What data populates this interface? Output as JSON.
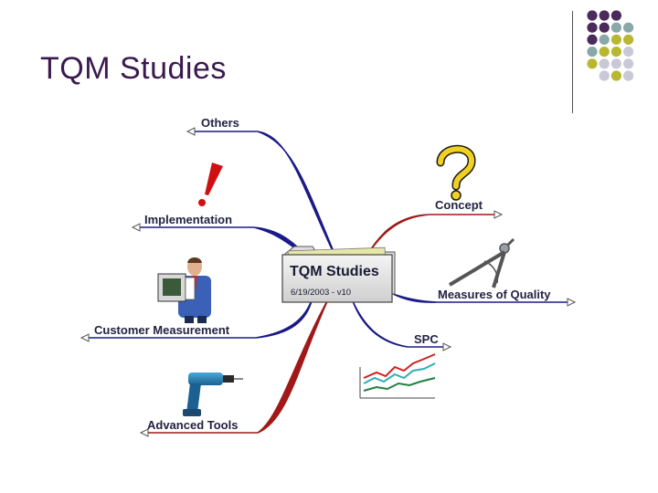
{
  "slide": {
    "title": "TQM Studies",
    "accent_colors": {
      "title": "#3a1a4e",
      "dot_purple": "#4b2a5c",
      "dot_teal": "#8aa8a8",
      "dot_olive": "#b8b830",
      "dot_lavender": "#c8c8d8"
    },
    "dot_pattern": [
      [
        "dot_purple",
        "dot_purple",
        "dot_purple",
        null
      ],
      [
        "dot_purple",
        "dot_purple",
        "dot_teal",
        "dot_teal"
      ],
      [
        "dot_purple",
        "dot_teal",
        "dot_olive",
        "dot_olive"
      ],
      [
        "dot_teal",
        "dot_olive",
        "dot_olive",
        "dot_lavender"
      ],
      [
        "dot_olive",
        "dot_lavender",
        "dot_lavender",
        "dot_lavender"
      ],
      [
        null,
        "dot_lavender",
        "dot_olive",
        "dot_lavender"
      ]
    ]
  },
  "mindmap": {
    "central": {
      "title": "TQM Studies",
      "date": "6/19/2003 - v10",
      "icon": "folder-icon"
    },
    "branch_colors": {
      "left": "#1a1a8a",
      "right": "#a01818"
    },
    "branches": {
      "others": {
        "label": "Others"
      },
      "implementation": {
        "label": "Implementation",
        "icon": "exclamation-icon"
      },
      "customer": {
        "label": "Customer Measurement",
        "icon": "businessman-icon"
      },
      "tools": {
        "label": "Advanced Tools",
        "icon": "drill-icon"
      },
      "concept": {
        "label": "Concept",
        "icon": "question-mark-icon"
      },
      "quality": {
        "label": "Measures of Quality",
        "icon": "compass-icon"
      },
      "spc": {
        "label": "SPC",
        "icon": "line-chart-icon"
      }
    }
  }
}
